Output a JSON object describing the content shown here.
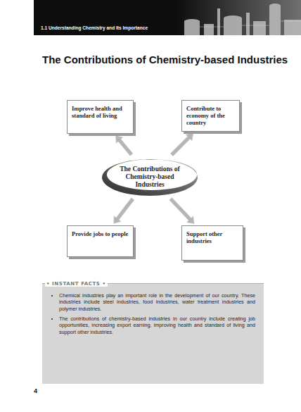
{
  "diagram": {
    "title": "The Contributions of Chemistry-based Industries",
    "nodes": [
      {
        "text": [
          "Improve health and standard of living"
        ]
      },
      {
        "text": [
          "Contribute to economy of the country"
        ]
      },
      {
        "text": [
          "The Contributions of Chemistry-based Industries"
        ]
      },
      {
        "text": [
          "Provide jobs to people"
        ]
      },
      {
        "text": [
          "Support other industries"
        ]
      },
      {
        "text": [
          "• INSTANT FACTS •",
          "Chemical industries play an important role in the development of our country. These industries include steel industries, food industries, water treatment industries and polymer industries.",
          "The contributions of chemistry-based industries in our country include creating job opportunities, increasing export earning, improving health and standard of living and support other industries."
        ]
      }
    ],
    "edges": [
      {
        "from": 2,
        "to": 0,
        "arrow": "to"
      },
      {
        "from": 2,
        "to": 1,
        "arrow": "to"
      },
      {
        "from": 2,
        "to": 3,
        "arrow": "to"
      },
      {
        "from": 2,
        "to": 4,
        "arrow": "to"
      }
    ],
    "labels": [
      "1.1 Understanding Chemistry and Its Importance",
      "4"
    ]
  }
}
